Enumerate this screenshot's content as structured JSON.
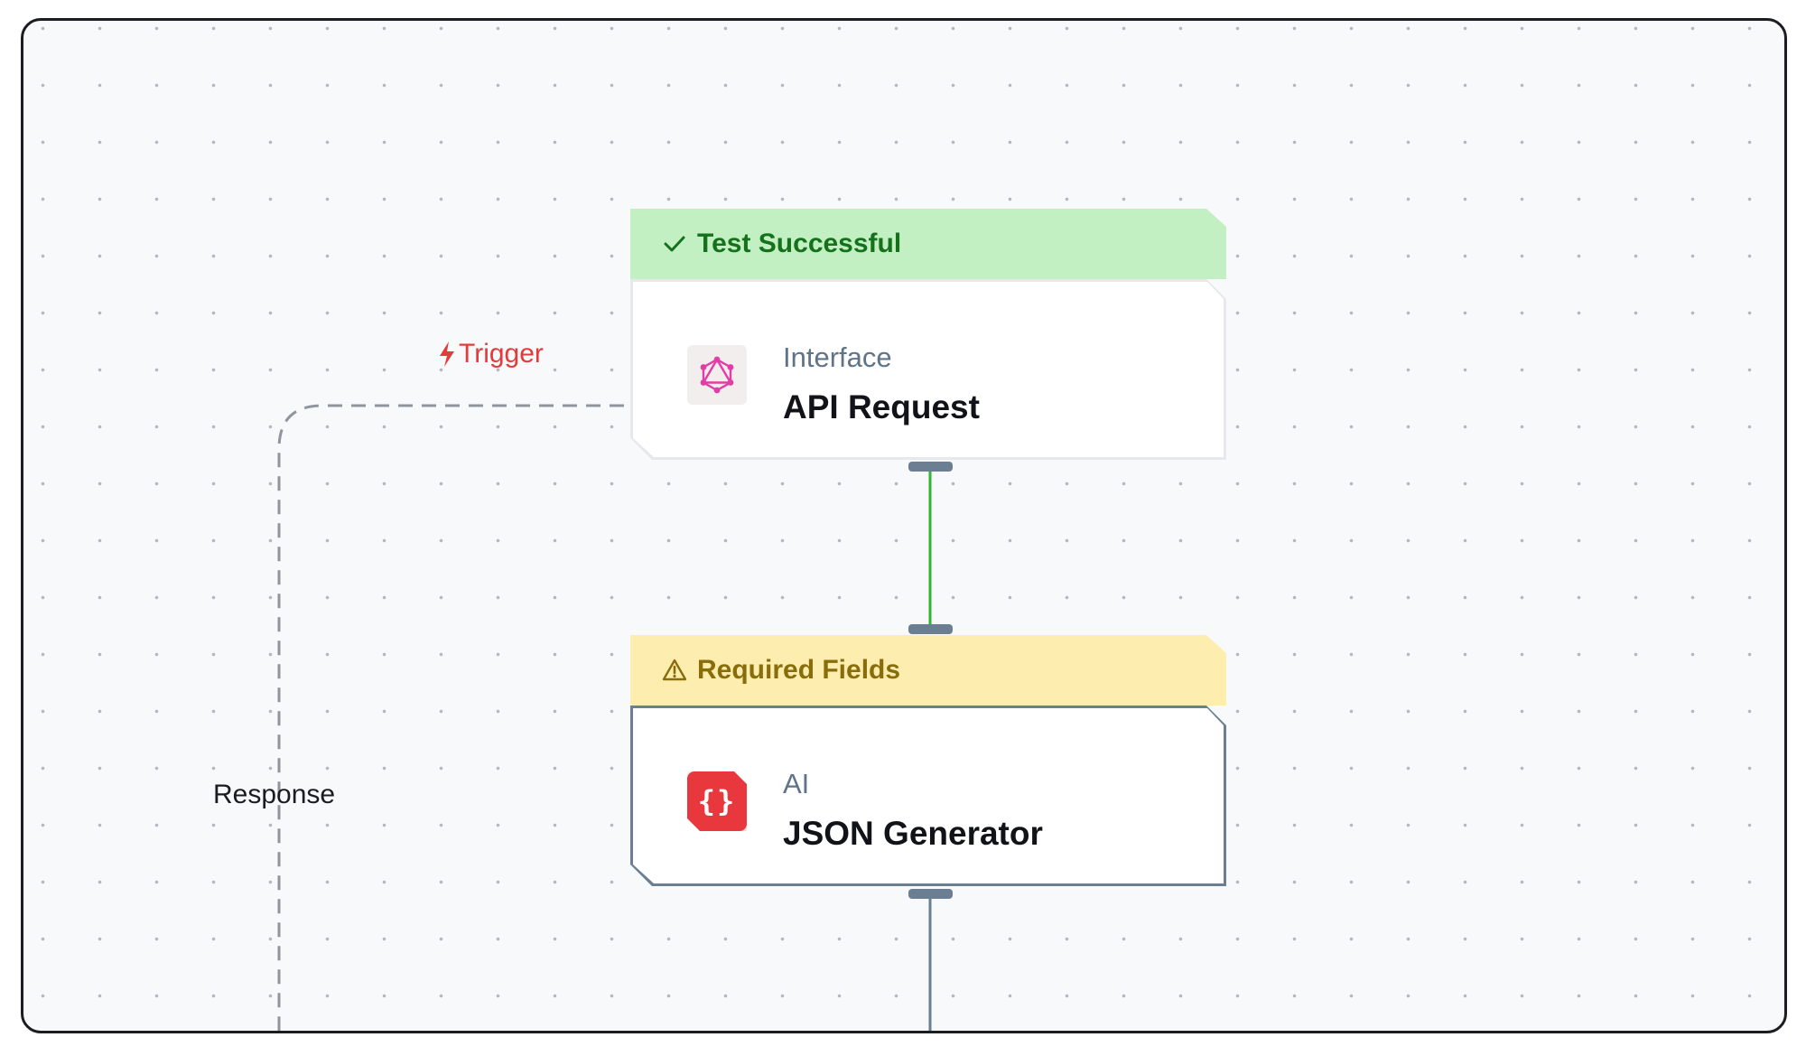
{
  "nodes": {
    "api_request": {
      "status": "Test Successful",
      "type": "Interface",
      "title": "API Request",
      "status_color": "#c3f0c3",
      "status_text_color": "#16711c"
    },
    "json_generator": {
      "status": "Required Fields",
      "type": "AI",
      "title": "JSON Generator",
      "status_color": "#fdeeb0",
      "status_text_color": "#8a6d0b"
    }
  },
  "edges": {
    "trigger_label": "Trigger",
    "response_label": "Response"
  },
  "colors": {
    "trigger": "#e23b3b",
    "connector_success": "#2fb82f",
    "connector_default": "#6b7e92",
    "dashed_edge": "#8f959d"
  },
  "icons": {
    "api_request": "graphql-icon",
    "json_generator": "json-braces-icon",
    "success": "check-icon",
    "warning": "warning-triangle-icon",
    "trigger": "lightning-bolt-icon"
  }
}
